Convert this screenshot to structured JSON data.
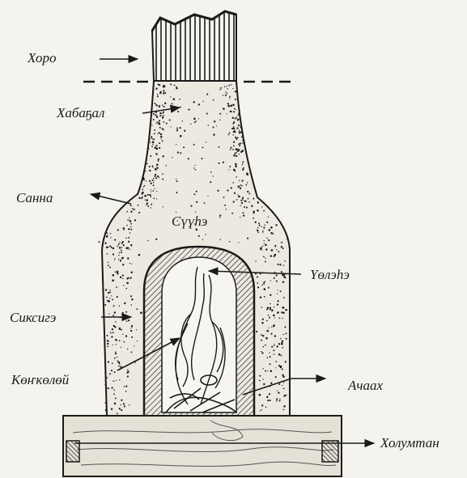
{
  "diagram": {
    "labels": {
      "horo": "Хоро",
      "habagal": "Хабаҕал",
      "sanna": "Санна",
      "suuhe": "Сүүһэ",
      "uolehe": "Үөлэһэ",
      "siksige": "Сиксигэ",
      "kongkoloi": "Көҥкөлөй",
      "achaakh": "Ачаах",
      "kholumtan": "Холумтан"
    },
    "colors": {
      "ink": "#1a1a1a",
      "paper": "#f4f3ee",
      "clay": "#ece9e0",
      "wood": "#e6e1d6"
    }
  }
}
